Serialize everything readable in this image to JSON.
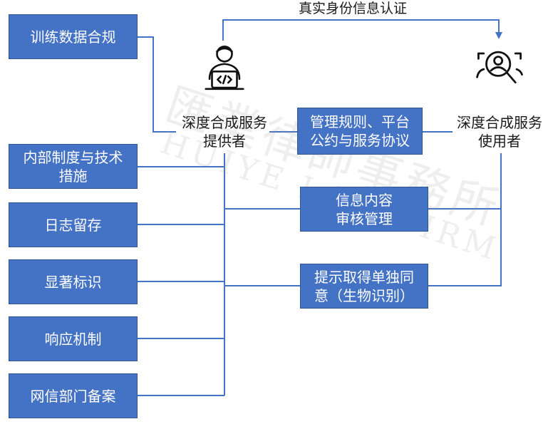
{
  "colors": {
    "box_fill": "#4472c4",
    "line": "#4472c4",
    "text": "#1a1a1a"
  },
  "top_arrow_label": "真实身份信息认证",
  "provider": {
    "icon": "developer-laptop-icon",
    "line1": "深度合成服务",
    "line2": "提供者"
  },
  "user": {
    "icon": "user-search-icon",
    "line1": "深度合成服务",
    "line2": "使用者"
  },
  "left_boxes": [
    {
      "line1": "训练数据合规",
      "line2": ""
    },
    {
      "line1": "内部制度与技术",
      "line2": "措施"
    },
    {
      "line1": "日志留存",
      "line2": ""
    },
    {
      "line1": "显著标识",
      "line2": ""
    },
    {
      "line1": "响应机制",
      "line2": ""
    },
    {
      "line1": "网信部门备案",
      "line2": ""
    }
  ],
  "middle_boxes": [
    {
      "line1": "管理规则、平台",
      "line2": "公约与服务协议"
    },
    {
      "line1": "信息内容",
      "line2": "审核管理"
    },
    {
      "line1": "提示取得单独同",
      "line2": "意（生物识别）"
    }
  ],
  "watermark": {
    "cn": "匯業律師事務所",
    "en": "HUIYE LAW FIRM"
  }
}
